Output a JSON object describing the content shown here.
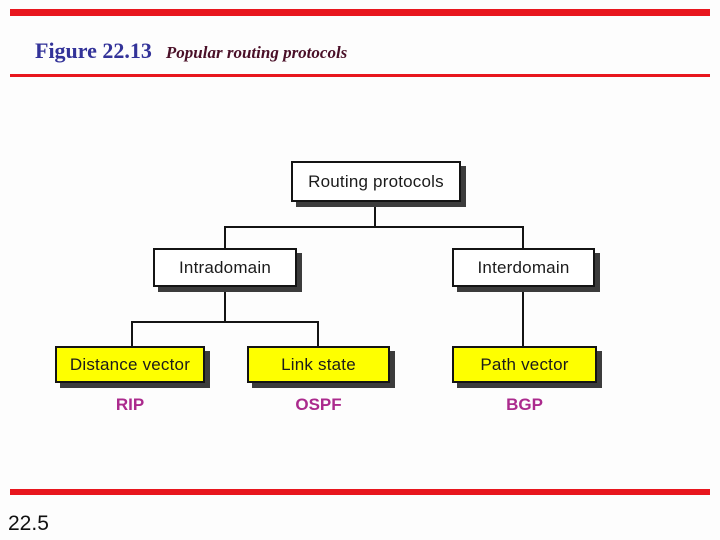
{
  "header": {
    "figure_label": "Figure 22.13",
    "caption": "Popular routing protocols"
  },
  "footer": {
    "page_number": "22.5"
  },
  "colors": {
    "bar_red": "#e8161e",
    "title_blue": "#333399",
    "caption_maroon": "#4a1028",
    "node_yellow": "#feff00",
    "protocol_magenta": "#ab2a8d",
    "shadow_gray": "#3c3c3c",
    "line_black": "#141414"
  },
  "diagram": {
    "root": {
      "label": "Routing protocols"
    },
    "level2": [
      {
        "label": "Intradomain"
      },
      {
        "label": "Interdomain"
      }
    ],
    "level3": [
      {
        "label": "Distance vector",
        "protocol": "RIP"
      },
      {
        "label": "Link state",
        "protocol": "OSPF"
      },
      {
        "label": "Path vector",
        "protocol": "BGP"
      }
    ]
  }
}
